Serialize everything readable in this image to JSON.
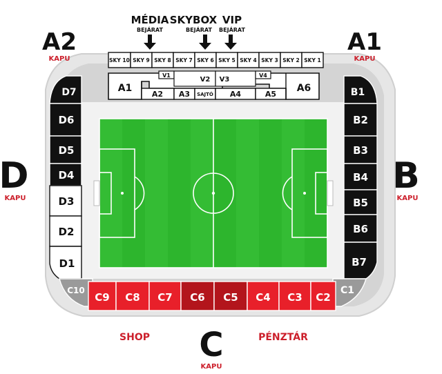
{
  "gates": {
    "a2": {
      "letter": "A2",
      "word": "KAPU"
    },
    "a1": {
      "letter": "A1",
      "word": "KAPU"
    },
    "d": {
      "letter": "D",
      "word": "KAPU"
    },
    "b": {
      "letter": "B",
      "word": "KAPU"
    },
    "c": {
      "letter": "C",
      "word": "KAPU"
    }
  },
  "entrances": {
    "media": {
      "title": "MÉDIA",
      "sub": "BEJÁRAT"
    },
    "skybox": {
      "title": "SKYBOX",
      "sub": "BEJÁRAT"
    },
    "vip": {
      "title": "VIP",
      "sub": "BEJÁRAT"
    }
  },
  "skyboxes": [
    "SKY 10",
    "SKY 9",
    "SKY 8",
    "SKY 7",
    "SKY 6",
    "SKY 5",
    "SKY 4",
    "SKY 3",
    "SKY 2",
    "SKY 1"
  ],
  "north": {
    "a1": "A1",
    "a2": "A2",
    "a3": "A3",
    "a4": "A4",
    "a5": "A5",
    "a6": "A6",
    "v1": "V1",
    "v2": "V2",
    "v3": "V3",
    "v4": "V4",
    "sajto": "SAJTÓ"
  },
  "east": [
    "B1",
    "B2",
    "B3",
    "B4",
    "B5",
    "B6",
    "B7",
    "C1"
  ],
  "west": [
    "D7",
    "D6",
    "D5",
    "D4",
    "D3",
    "D2",
    "D1",
    "C10"
  ],
  "south": [
    "C9",
    "C8",
    "C7",
    "C6",
    "C5",
    "C4",
    "C3",
    "C2"
  ],
  "facilities": {
    "shop": "SHOP",
    "penztar": "PÉNZTÁR"
  },
  "colors": {
    "pitch": "#2db52d",
    "pitch_stripe": "#3fc43f",
    "black_sector": "#111111",
    "red_sector": "#e8202a",
    "dark_red_sector": "#b3151c",
    "gray_sector": "#9a9a9a",
    "accent_red": "#cc1f2b",
    "stand_gray": "#d9d9d9"
  }
}
